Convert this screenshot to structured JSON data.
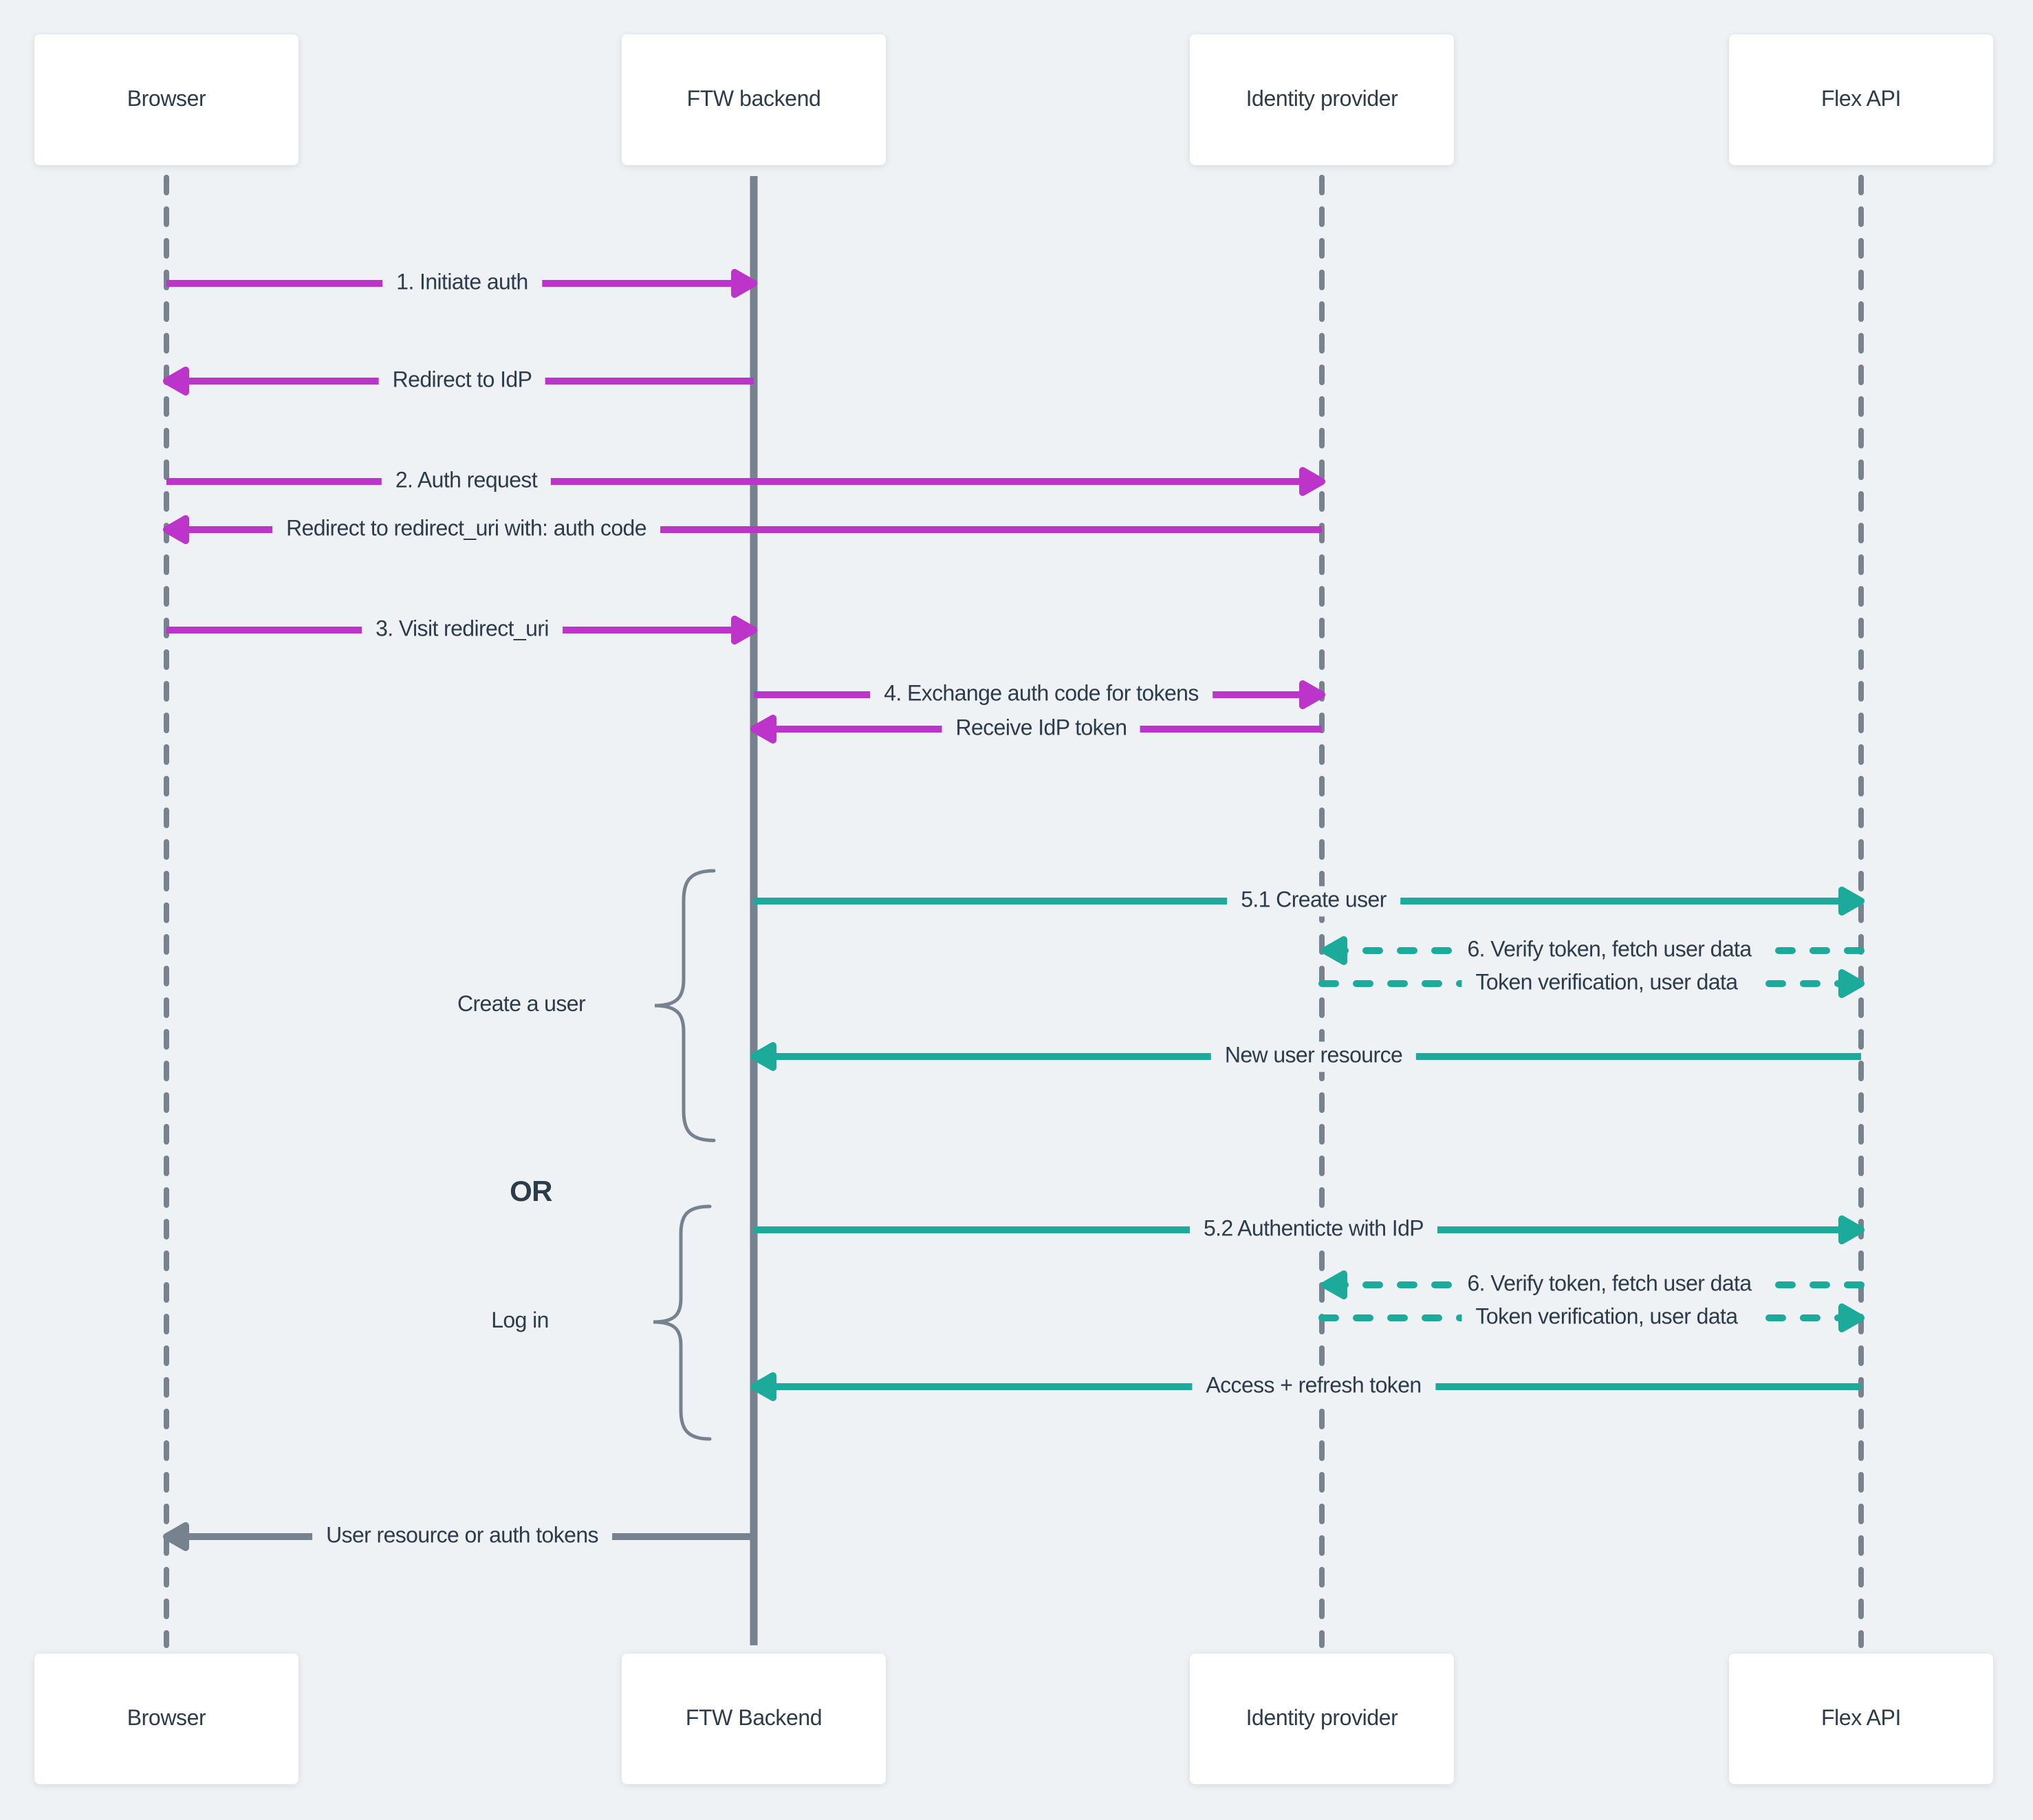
{
  "diagram": {
    "kind": "sequence-diagram",
    "background_color": "#eff2f5",
    "colors": {
      "magenta_arrow": "#bc34ca",
      "teal_arrow": "#1caa9b",
      "gray_arrow": "#76838f",
      "lifeline_gray": "#76838f",
      "text": "#2d3c4a",
      "actor_box_bg": "#ffffff"
    },
    "actors": {
      "top": [
        "Browser",
        "FTW backend",
        "Identity provider",
        "Flex API"
      ],
      "bottom": [
        "Browser",
        "FTW Backend",
        "Identity provider",
        "Flex API"
      ]
    },
    "messages": [
      {
        "label": "1. Initiate auth",
        "from": "Browser",
        "to": "FTW backend",
        "line": "solid",
        "color": "magenta"
      },
      {
        "label": "Redirect to IdP",
        "from": "FTW backend",
        "to": "Browser",
        "line": "solid",
        "color": "magenta"
      },
      {
        "label": "2. Auth request",
        "from": "Browser",
        "to": "Identity provider",
        "line": "solid",
        "color": "magenta"
      },
      {
        "label": "Redirect to redirect_uri with: auth code",
        "from": "Identity provider",
        "to": "Browser",
        "line": "solid",
        "color": "magenta"
      },
      {
        "label": "3. Visit redirect_uri",
        "from": "Browser",
        "to": "FTW backend",
        "line": "solid",
        "color": "magenta"
      },
      {
        "label": "4. Exchange auth code for tokens",
        "from": "FTW backend",
        "to": "Identity provider",
        "line": "solid",
        "color": "magenta"
      },
      {
        "label": "Receive IdP token",
        "from": "Identity provider",
        "to": "FTW backend",
        "line": "solid",
        "color": "magenta"
      },
      {
        "label": "5.1 Create user",
        "from": "FTW backend",
        "to": "Flex API",
        "line": "solid",
        "color": "teal"
      },
      {
        "label": "6. Verify token, fetch user data",
        "from": "Flex API",
        "to": "Identity provider",
        "line": "dashed",
        "color": "teal"
      },
      {
        "label": "Token verification, user data",
        "from": "Identity provider",
        "to": "Flex API",
        "line": "dashed",
        "color": "teal"
      },
      {
        "label": "New user resource",
        "from": "Flex API",
        "to": "FTW backend",
        "line": "solid",
        "color": "teal"
      },
      {
        "label": "5.2 Authenticte with IdP",
        "from": "FTW backend",
        "to": "Flex API",
        "line": "solid",
        "color": "teal"
      },
      {
        "label": "6. Verify token, fetch user data",
        "from": "Flex API",
        "to": "Identity provider",
        "line": "dashed",
        "color": "teal"
      },
      {
        "label": "Token verification, user data",
        "from": "Identity provider",
        "to": "Flex API",
        "line": "dashed",
        "color": "teal"
      },
      {
        "label": "Access + refresh token",
        "from": "Flex API",
        "to": "FTW backend",
        "line": "solid",
        "color": "teal"
      },
      {
        "label": "User resource or auth tokens",
        "from": "FTW backend",
        "to": "Browser",
        "line": "solid",
        "color": "gray"
      }
    ],
    "groups": [
      {
        "label": "Create a user"
      },
      {
        "label": "Log in"
      }
    ],
    "or_label": "OR"
  }
}
